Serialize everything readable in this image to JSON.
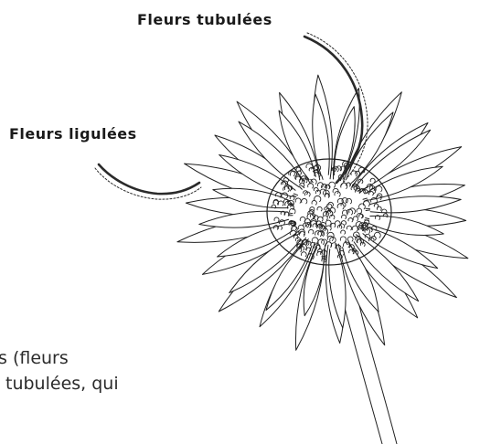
{
  "labels": {
    "tubular_flowers": "Fleurs tubulées",
    "ray_flowers": "Fleurs ligulées"
  },
  "body_text": {
    "line_1": "s (fleurs",
    "line_2": "tubulées, qui"
  },
  "colors": {
    "ink": "#1a1a1a",
    "background": "#ffffff"
  },
  "icons": [
    "daisy-flower-icon",
    "arrow-icon"
  ]
}
